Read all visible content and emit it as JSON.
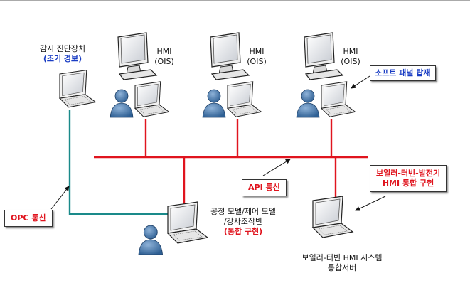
{
  "nodes": {
    "monitor": {
      "title": "감시 진단장치",
      "subtitle": "(조기 경보)"
    },
    "hmi1": {
      "line1": "HMI",
      "line2": "(OIS)"
    },
    "hmi2": {
      "line1": "HMI",
      "line2": "(OIS)"
    },
    "hmi3": {
      "line1": "HMI",
      "line2": "(OIS)"
    },
    "control": {
      "line1": "공정 모델/제어 모델",
      "line2": "/강사조작반",
      "line3": "(통합 구현)"
    },
    "server": {
      "line1": "보일러-터빈 HMI 시스템",
      "line2": "통합서버"
    }
  },
  "callouts": {
    "software": "소프트 패널 탑재",
    "integrated_line1": "보일러-터빈-발전기",
    "integrated_line2": "HMI 통합 구현",
    "api": "API 통신",
    "opc": "OPC 통신"
  },
  "colors": {
    "bus": "#e0141e",
    "opc_link": "#1a8a8a",
    "callout_blue": "#1a3dc4",
    "callout_red": "#e0141e"
  }
}
